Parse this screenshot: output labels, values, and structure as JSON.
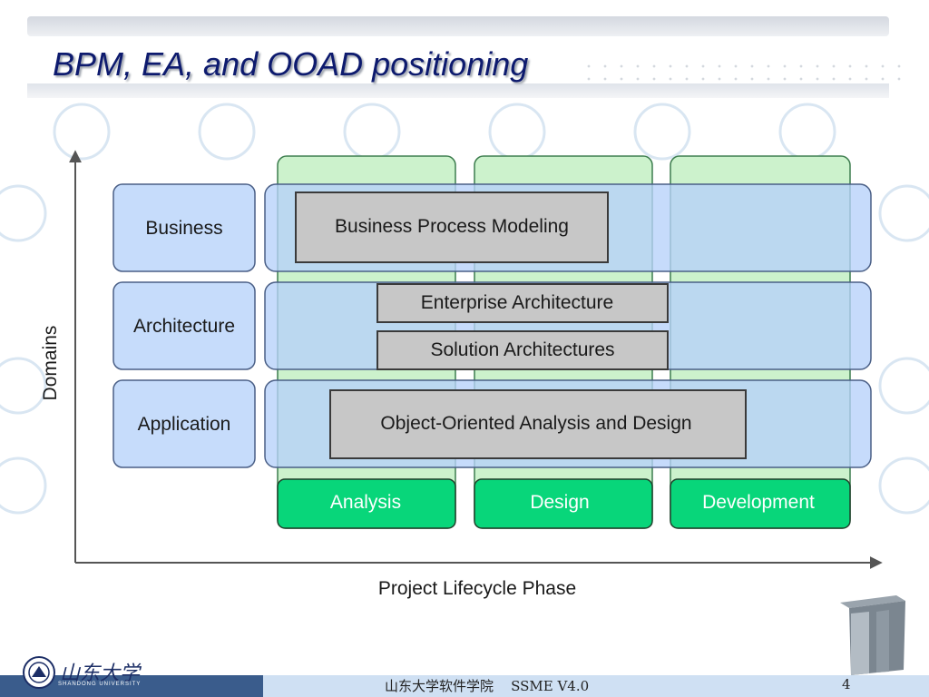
{
  "slide": {
    "title": "BPM, EA, and OOAD positioning",
    "footer_text": "山东大学软件学院    SSME V4.0",
    "page_number": "4",
    "logo_text": "山东大学",
    "logo_subtitle": "SHANDONG UNIVERSITY"
  },
  "diagram": {
    "y_axis_label": "Domains",
    "x_axis_label": "Project Lifecycle Phase",
    "domains": [
      "Business",
      "Architecture",
      "Application"
    ],
    "phases": [
      "Analysis",
      "Design",
      "Development"
    ],
    "activities": {
      "bpm": "Business Process Modeling",
      "ea": "Enterprise Architecture",
      "sa": "Solution Architectures",
      "ooad": "Object-Oriented Analysis and Design"
    }
  },
  "colors": {
    "title": "#0d1a6e",
    "domain_fill": "#c6dcfb",
    "domain_stroke": "#4a5f86",
    "phase_column": "#ccf2cc",
    "phase_label_fill": "#08d67a",
    "activity_fill": "#c7c7c7"
  }
}
